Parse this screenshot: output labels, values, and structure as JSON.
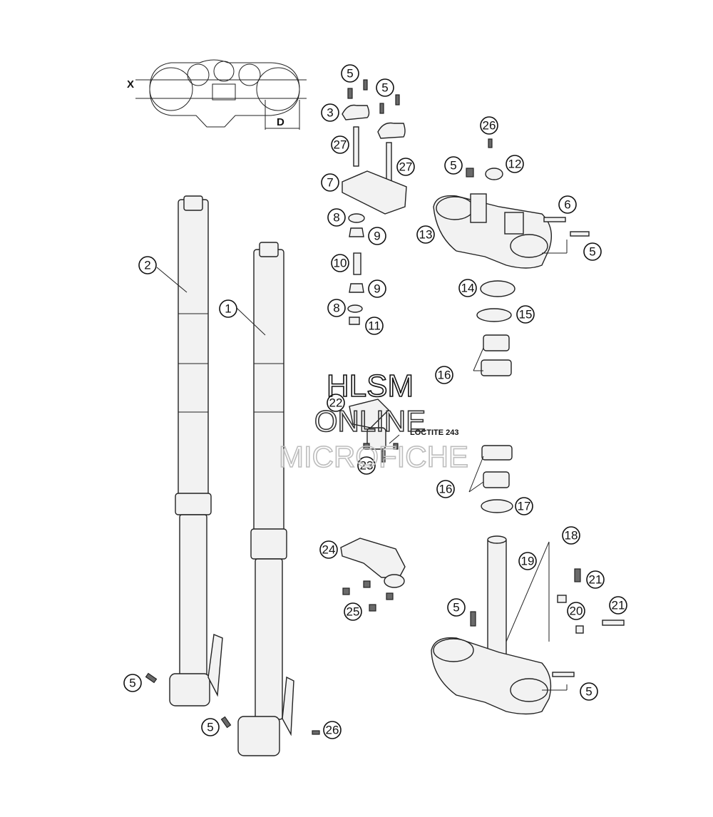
{
  "dimensions": {
    "x_label": "X",
    "d_label": "D"
  },
  "note": {
    "loctite": "LOCTITE 243"
  },
  "watermark": {
    "line1": "HLSM",
    "line2": "ONLINE",
    "line3": "MICROFICHE"
  },
  "callouts": {
    "c1": "1",
    "c2": "2",
    "c3": "3",
    "c5a": "5",
    "c5b": "5",
    "c5c": "5",
    "c5d": "5",
    "c5e": "5",
    "c5f": "5",
    "c5g": "5",
    "c5h": "5",
    "c6": "6",
    "c7": "7",
    "c8a": "8",
    "c8b": "8",
    "c9a": "9",
    "c9b": "9",
    "c10": "10",
    "c11": "11",
    "c12": "12",
    "c13": "13",
    "c14": "14",
    "c15": "15",
    "c16a": "16",
    "c16b": "16",
    "c17": "17",
    "c18": "18",
    "c19": "19",
    "c20": "20",
    "c21a": "21",
    "c21b": "21",
    "c22": "22",
    "c23": "23",
    "c24": "24",
    "c25": "25",
    "c26a": "26",
    "c26b": "26",
    "c27a": "27",
    "c27b": "27"
  }
}
